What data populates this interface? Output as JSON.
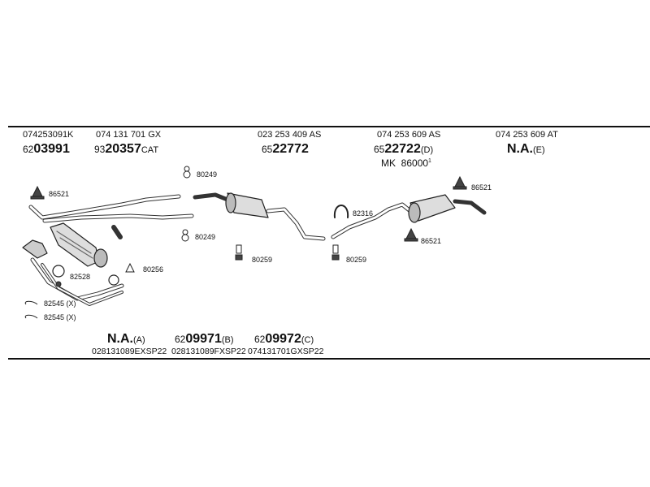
{
  "header": {
    "columns": [
      {
        "oem": "074253091K",
        "prefix": "62",
        "num": "03991",
        "suffix": ""
      },
      {
        "oem": "074 131 701 GX",
        "prefix": "93",
        "num": "20357",
        "suffix": "CAT"
      },
      {
        "oem": "023 253 409 AS",
        "prefix": "65",
        "num": "22772",
        "suffix": ""
      },
      {
        "oem": "074 253 609 AS",
        "prefix": "65",
        "num": "22722",
        "suffix": "(D)"
      },
      {
        "oem": "074 253 609 AT",
        "prefix": "",
        "num": "N.A.",
        "suffix": "(E)"
      }
    ],
    "mk_label": "MK",
    "mk_value": "86000",
    "mk_sup": "1"
  },
  "footer": {
    "columns": [
      {
        "prefix": "",
        "num": "N.A.",
        "suffix": "(A)",
        "oem": "028131089EXSP22"
      },
      {
        "prefix": "62",
        "num": "09971",
        "suffix": "(B)",
        "oem": "028131089FXSP22"
      },
      {
        "prefix": "62",
        "num": "09972",
        "suffix": "(C)",
        "oem": "074131701GXSP22"
      }
    ]
  },
  "parts": {
    "p86521a": "86521",
    "p80249a": "80249",
    "p80249b": "80249",
    "p80256": "80256",
    "p82528": "82528",
    "p82545a": "82545 (X)",
    "p82545b": "82545 (X)",
    "p80259a": "80259",
    "p80259b": "80259",
    "p82316": "82316",
    "p86521b": "86521",
    "p86521c": "86521"
  }
}
